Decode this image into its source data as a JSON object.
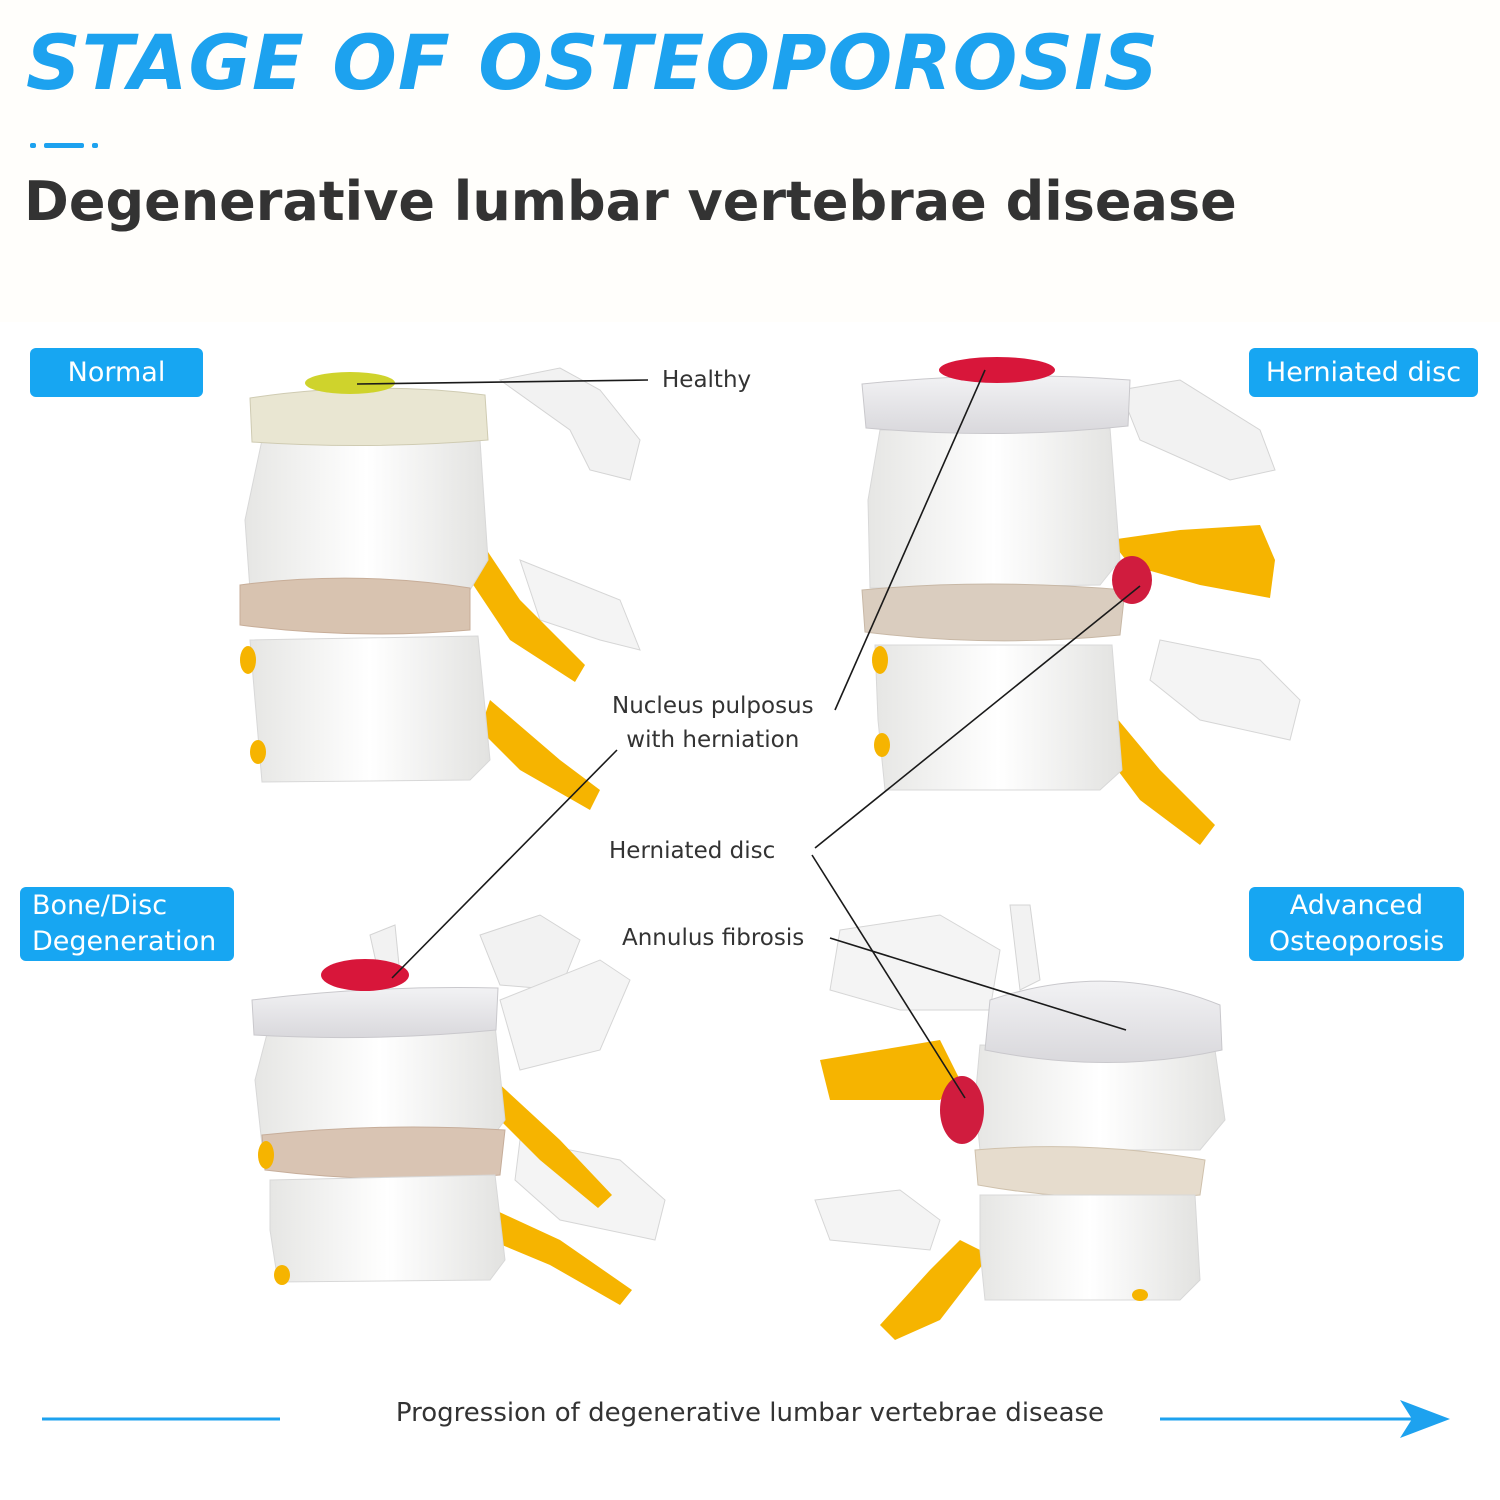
{
  "header": {
    "title": "STAGE OF OSTEOPOROSIS",
    "subtitle": "Degenerative lumbar vertebrae disease"
  },
  "stages": {
    "normal": "Normal",
    "herniated": "Herniated disc",
    "degeneration": "Bone/Disc\nDegeneration",
    "advanced": "Advanced\nOsteoporosis"
  },
  "callouts": {
    "healthy": "Healthy",
    "nucleus": "Nucleus pulposus\nwith herniation",
    "herniated_disc": "Herniated disc",
    "annulus": "Annulus fibrosis"
  },
  "footer": {
    "progression": "Progression of degenerative lumbar vertebrae disease"
  },
  "colors": {
    "accent": "#1da2ef",
    "bone": "#f4f4f2",
    "nerve": "#f6b400",
    "healthy_disc": "#d9c9b7",
    "nucleus_red": "#d8163a",
    "nucleus_yellow": "#d4d23a"
  }
}
